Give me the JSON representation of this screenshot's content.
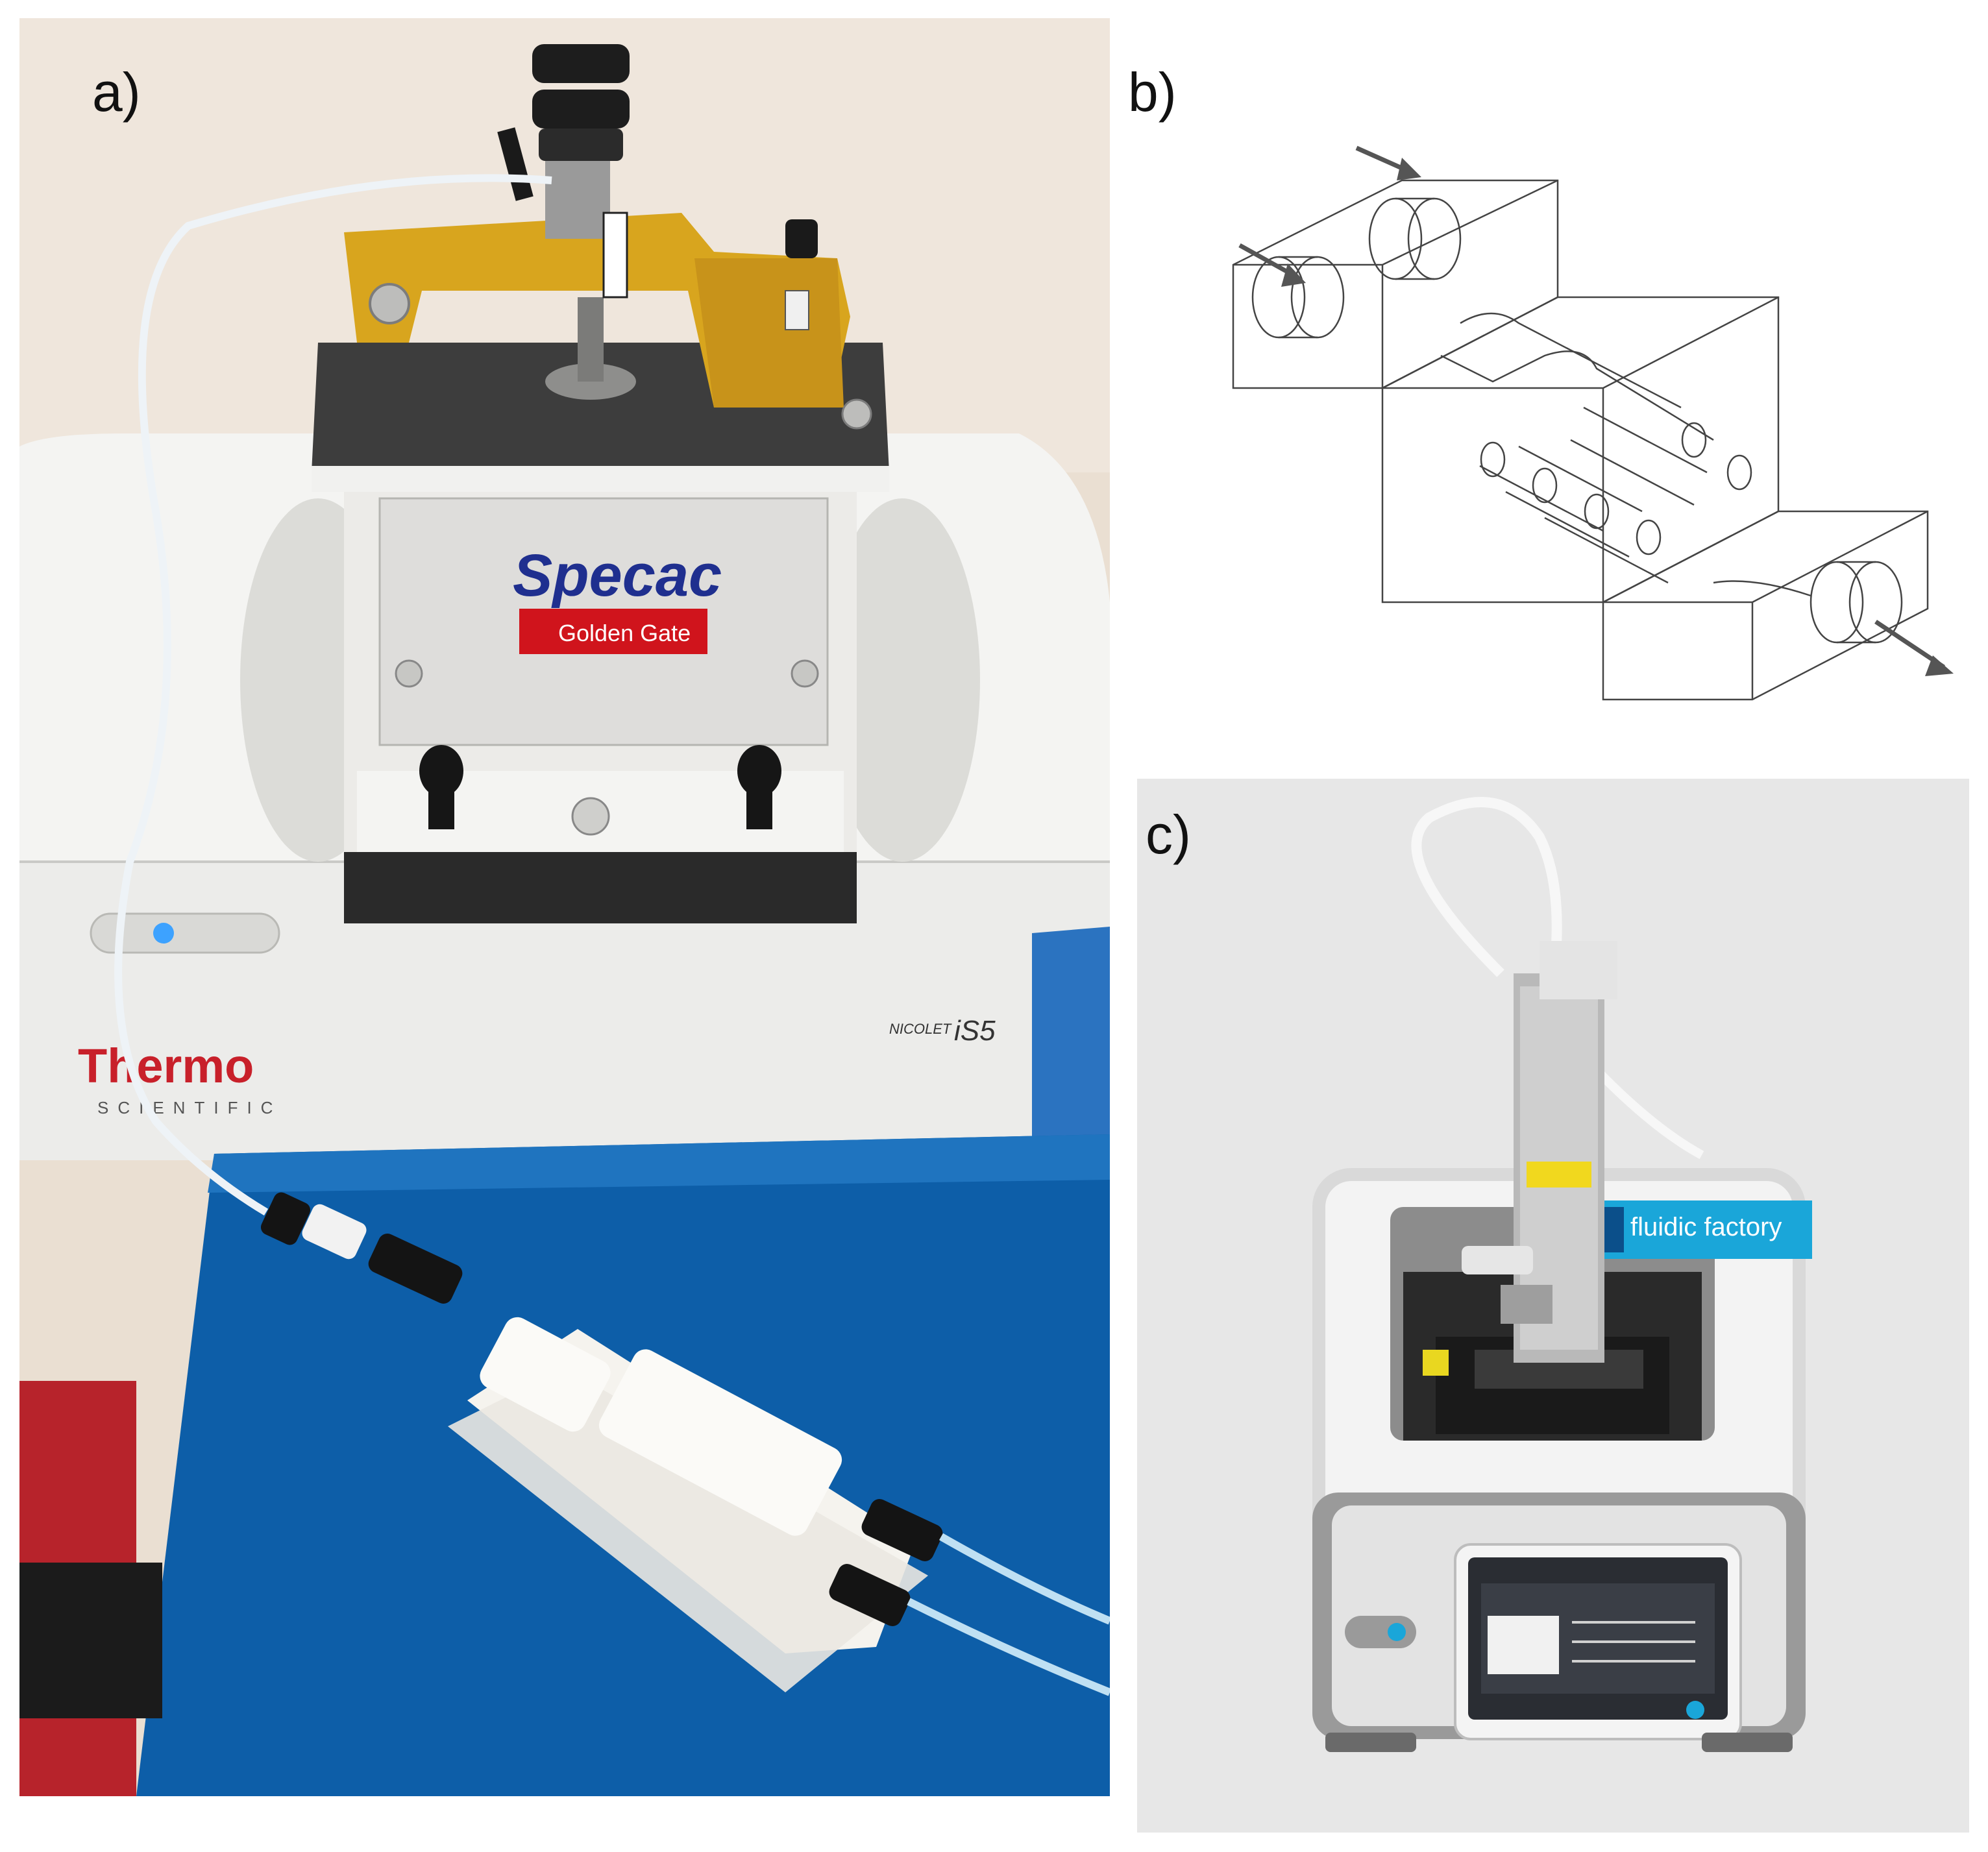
{
  "panels": {
    "a": {
      "label": "a)",
      "texts": {
        "specac": "Specac",
        "golden_gate": "Golden Gate",
        "nicolet": "NICOLET",
        "model": "iS5",
        "thermo": "Thermo",
        "scientific": "SCIENTIFIC"
      }
    },
    "b": {
      "label": "b)"
    },
    "c": {
      "label": "c)",
      "texts": {
        "brand": "fluidic factory"
      }
    }
  },
  "colors": {
    "specac_blue": "#1f2f8f",
    "specac_red": "#d0141c",
    "bench_blue": "#0d5ea8",
    "gold": "#d8a51e",
    "thermo_red": "#c8202a",
    "fluidic_cyan": "#1aa6d9"
  }
}
